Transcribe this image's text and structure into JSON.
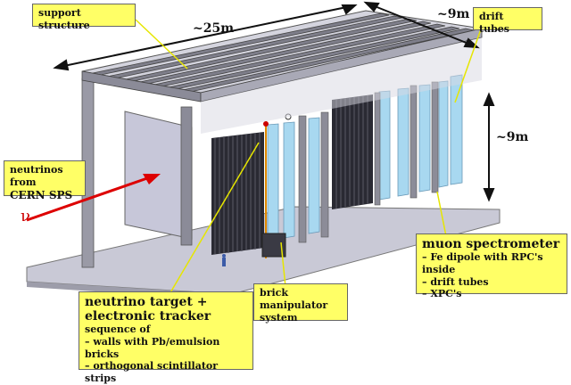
{
  "labels": {
    "support_structure": "support structure",
    "drift_tubes": "drift tubes",
    "length": "~25m",
    "width": "~9m",
    "height": "~9m",
    "neutrinos_from": "neutrinos from",
    "cern_sps": "CERN SPS",
    "nu_symbol": "ν",
    "muon_spectrometer": {
      "title": "muon spectrometer",
      "items": [
        "– Fe dipole with RPC's inside",
        "– drift tubes",
        "– XPC's"
      ]
    },
    "brick_manipulator": [
      "brick manipulator",
      "system"
    ],
    "neutrino_target": {
      "title_line1": "neutrino target +",
      "title_line2": "electronic tracker",
      "subtitle": "sequence of",
      "items": [
        "– walls with Pb/emulsion bricks",
        "– orthogonal scintillator strips"
      ]
    }
  },
  "colors": {
    "callout_fill": "#ffff66",
    "beam_arrow": "#dd0000",
    "leader_line": "#e6e600",
    "spectrometer_panel": "#a8d8f0",
    "target_wall": "#2a2a33",
    "floor": "#c6c6d4",
    "frame": "#9a9aa6"
  }
}
